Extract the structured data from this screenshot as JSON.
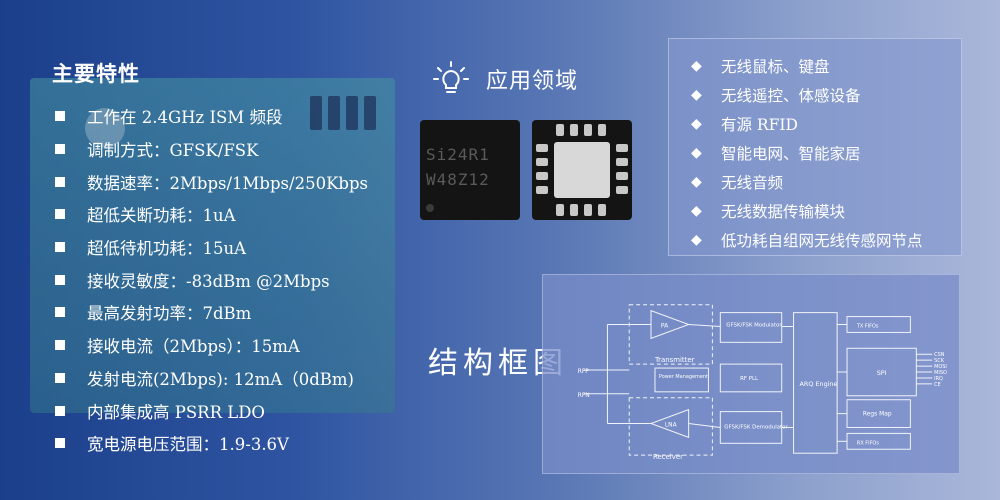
{
  "features": {
    "title": "主要特性",
    "items": [
      "工作在 2.4GHz ISM 频段",
      "调制方式：GFSK/FSK",
      "数据速率：2Mbps/1Mbps/250Kbps",
      "超低关断功耗：1uA",
      "超低待机功耗：15uA",
      "接收灵敏度：-83dBm @2Mbps",
      "最高发射功率：7dBm",
      "接收电流（2Mbps）：15mA",
      "发射电流(2Mbps): 12mA（0dBm)",
      "内部集成高 PSRR LDO",
      "宽电源电压范围：1.9-3.6V"
    ]
  },
  "applications": {
    "icon": "lightbulb-icon",
    "title": "应用领域",
    "items": [
      "无线鼠标、键盘",
      "无线遥控、体感设备",
      "有源 RFID",
      "智能电网、智能家居",
      "无线音频",
      "无线数据传输模块",
      "低功耗自组网无线传感网节点"
    ]
  },
  "chip": {
    "marking_line1": "Si24R1",
    "marking_line2": "W48Z12"
  },
  "structure": {
    "title": "结构框图",
    "diagram": {
      "pa": "PA",
      "lna": "LNA",
      "transmitter": "Transmitter",
      "receiver": "Receiver",
      "power_management": "Power\nManagement",
      "modulator": "GFSK/FSK\nModulator",
      "rf_pll": "RF PLL",
      "demodulator": "GFSK/FSK\nDemodulator",
      "arq_engine": "ARQ\nEngine",
      "tx_fifos": "TX FIFOs",
      "spi": "SPI",
      "regs_map": "Regs\nMap",
      "rx_fifos": "RX FIFOs",
      "rfp": "RFP",
      "rfn": "RFN",
      "pins": [
        "CSN",
        "SCK",
        "MOSI",
        "MISO",
        "IRQ",
        "CE"
      ]
    }
  },
  "colors": {
    "background_left": "#1b3f8a",
    "background_right": "#aab7da",
    "text": "#ffffff"
  }
}
